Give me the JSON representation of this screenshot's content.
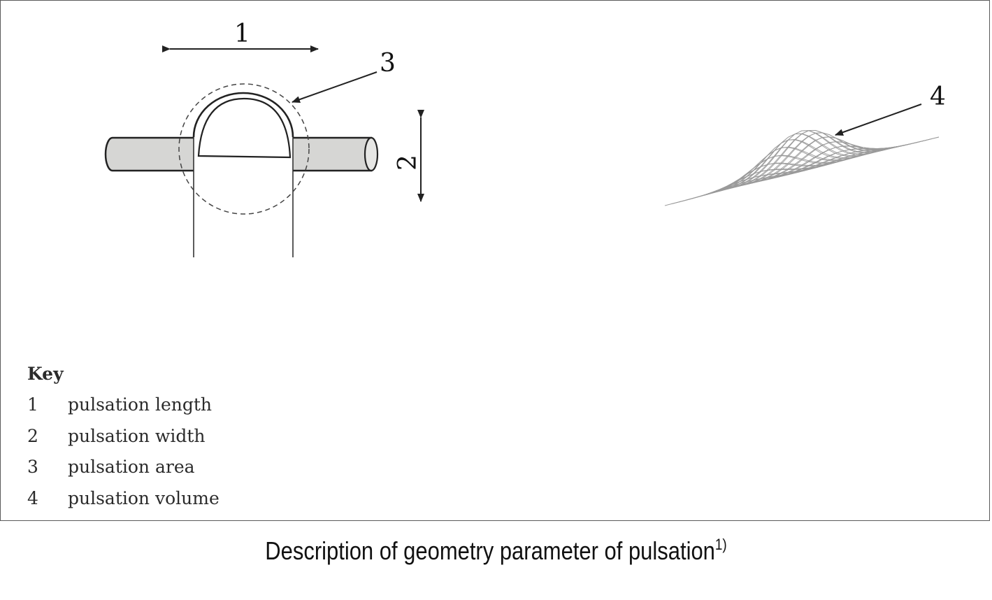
{
  "figure": {
    "callouts": {
      "one": "1",
      "two": "2",
      "three": "3",
      "four": "4"
    }
  },
  "key": {
    "heading": "Key",
    "items": [
      {
        "number": "1",
        "text": "pulsation length"
      },
      {
        "number": "2",
        "text": "pulsation width"
      },
      {
        "number": "3",
        "text": "pulsation area"
      },
      {
        "number": "4",
        "text": "pulsation volume"
      }
    ]
  },
  "caption": {
    "text": "Description of geometry parameter of pulsation",
    "superscript": "1)"
  }
}
